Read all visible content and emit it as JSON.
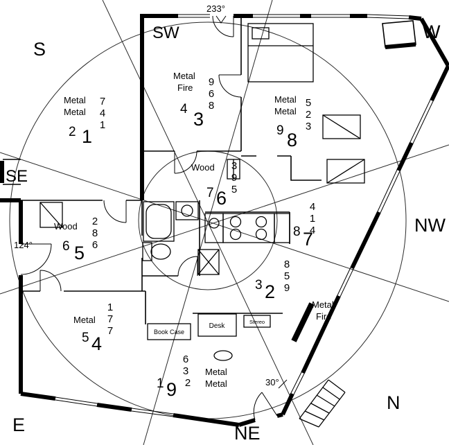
{
  "compass": {
    "s": "S",
    "sw": "SW",
    "w": "W",
    "se": "SE",
    "nw": "NW",
    "e": "E",
    "ne": "NE",
    "n": "N"
  },
  "angles": {
    "top": "233°",
    "left": "124°",
    "bottom": "30°"
  },
  "sectors": {
    "s": {
      "element1": "Metal",
      "element2": "Metal",
      "stars": [
        "7",
        "4",
        "1"
      ],
      "base_left": "2",
      "base_right": "1"
    },
    "sw": {
      "element1": "Metal",
      "element2": "Fire",
      "stars": [
        "9",
        "6",
        "8"
      ],
      "base_left": "4",
      "base_right": "3"
    },
    "w": {
      "element1": "Metal",
      "element2": "Metal",
      "stars": [
        "5",
        "2",
        "3"
      ],
      "base_left": "9",
      "base_right": "8"
    },
    "center": {
      "element1": "Wood",
      "stars": [
        "3",
        "9",
        "5"
      ],
      "base_left": "7",
      "base_right": "6"
    },
    "se": {
      "element1": "Wood",
      "stars": [
        "2",
        "8",
        "6"
      ],
      "base_left": "6",
      "base_right": "5"
    },
    "nw": {
      "stars": [
        "4",
        "1",
        "4"
      ],
      "base_left": "8",
      "base_right": "7"
    },
    "e": {
      "element1": "Metal",
      "stars": [
        "1",
        "7",
        "7"
      ],
      "base_left": "5",
      "base_right": "4"
    },
    "n_mid": {
      "stars": [
        "8",
        "5",
        "9"
      ],
      "base_left": "3",
      "base_right": "2"
    },
    "ne": {
      "element1": "Metal",
      "element2": "Metal",
      "stars": [
        "6",
        "3",
        "2"
      ],
      "base_left": "1",
      "base_right": "9"
    },
    "n": {
      "element1": "Metal",
      "element2": "Fire"
    }
  },
  "furniture": {
    "bookcase": "Book Case",
    "desk": "Desk",
    "stereo": "Stereo"
  }
}
